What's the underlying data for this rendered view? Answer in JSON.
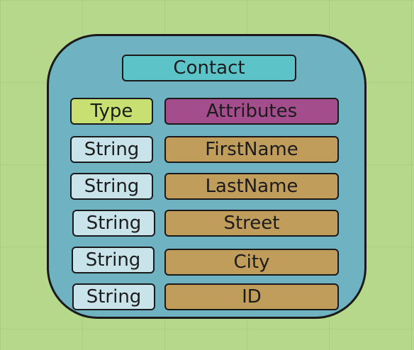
{
  "entity": {
    "title": "Contact",
    "type_header": "Type",
    "attributes_header": "Attributes",
    "rows": [
      {
        "type": "String",
        "attribute": "FirstName"
      },
      {
        "type": "String",
        "attribute": "LastName"
      },
      {
        "type": "String",
        "attribute": "Street"
      },
      {
        "type": "String",
        "attribute": "City"
      },
      {
        "type": "String",
        "attribute": "ID"
      }
    ]
  },
  "colors": {
    "background": "#b6d88a",
    "entity_fill": "#6fb3c3",
    "title_fill": "#5cc4c9",
    "type_header_fill": "#c8df72",
    "attributes_header_fill": "#a44d8d",
    "type_cell_fill": "#c9e3ea",
    "attribute_cell_fill": "#c19d5c"
  }
}
